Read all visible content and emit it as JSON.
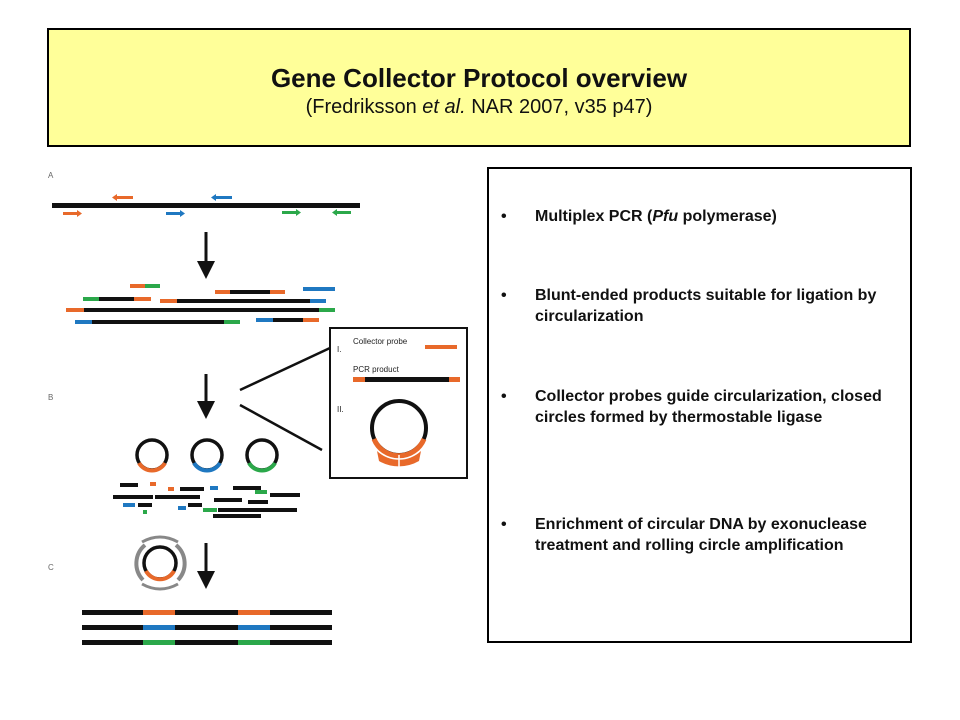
{
  "title": {
    "main": "Gene Collector Protocol overview",
    "sub_prefix": "(Fredriksson ",
    "sub_italic": "et al.",
    "sub_suffix": " NAR 2007, v35 p47)"
  },
  "bullets": [
    {
      "marker": "•",
      "before": "Multiplex PCR (",
      "italic": "Pfu",
      "after": " polymerase)"
    },
    {
      "marker": "•",
      "before": "Blunt-ended products suitable for ligation by circularization",
      "italic": "",
      "after": ""
    },
    {
      "marker": "•",
      "before": "Collector probes guide circularization, closed circles formed by thermostable ligase",
      "italic": "",
      "after": ""
    },
    {
      "marker": "•",
      "before": "Enrichment of circular DNA by exonuclease treatment and rolling circle amplification",
      "italic": "",
      "after": ""
    }
  ],
  "figure": {
    "panel_a": "A",
    "panel_b": "B",
    "panel_c": "C",
    "inset_step_1": "I.",
    "inset_step_2": "II.",
    "collector_probe_label": "Collector probe",
    "pcr_product_label": "PCR product"
  },
  "colors": {
    "title_bg": "#ffff99",
    "orange": "#e8692a",
    "blue": "#1f78c1",
    "green": "#2ba84a",
    "dna": "#111111",
    "gray": "#888888"
  }
}
